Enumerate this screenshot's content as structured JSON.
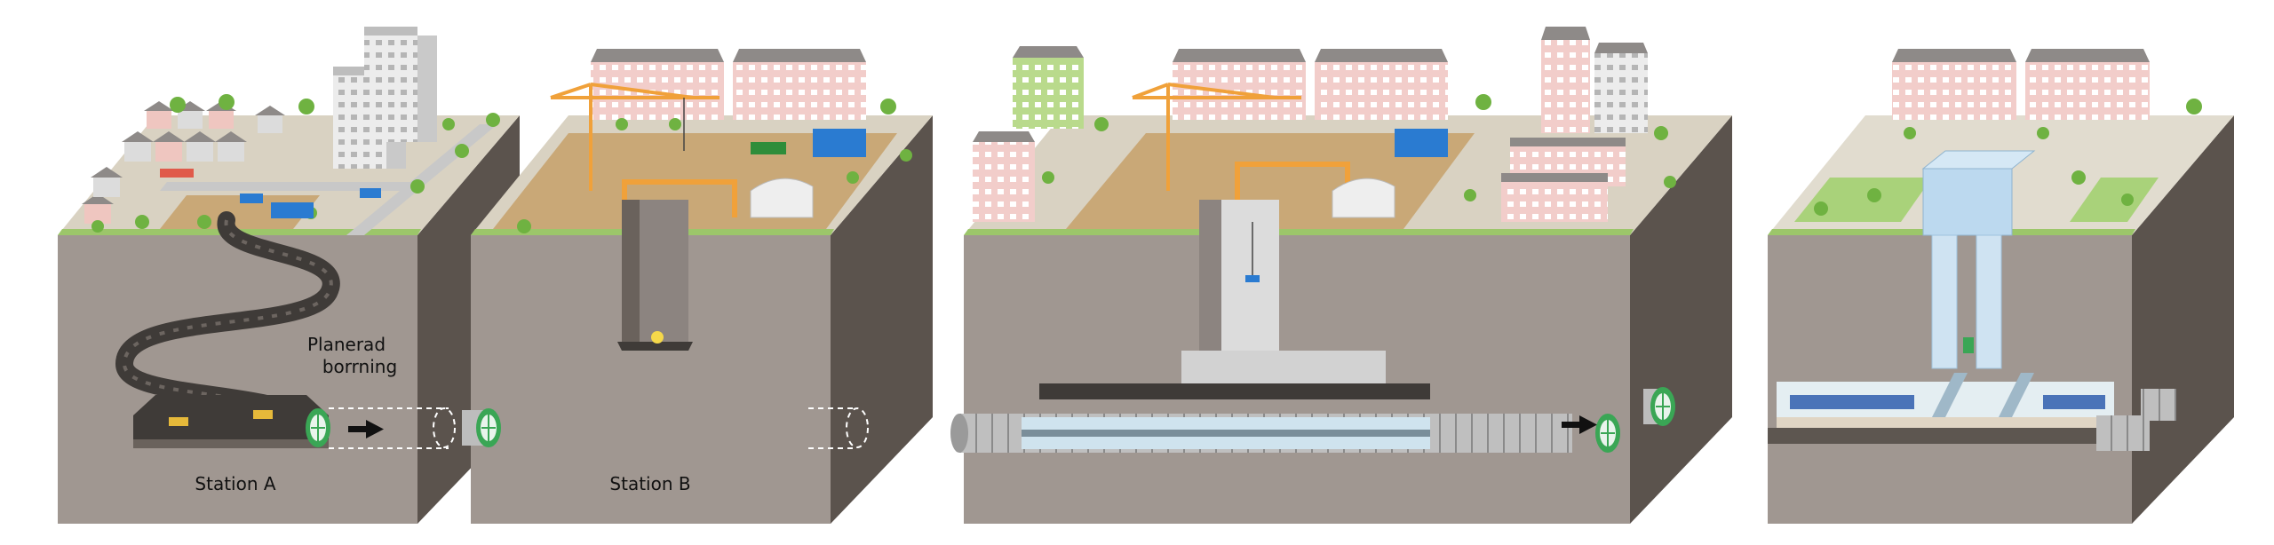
{
  "labels": {
    "planned_line1": "Planerad",
    "planned_line2": "borrning",
    "station_a": "Station A",
    "station_b": "Station B"
  },
  "colors": {
    "ground_front": "#a09791",
    "ground_side": "#5b534d",
    "ground_back": "#7d7570",
    "surface": "#d9d2c2",
    "grass": "#9cc66a",
    "road": "#c8c8c8",
    "site": "#c9a877",
    "crane": "#f0a13a",
    "tunnel": "#3f3b38",
    "tbm_green": "#3aa655",
    "tbm_ring": "#b9b9b9",
    "building_pink": "#f0c8c4",
    "building_roof": "#8e8a88",
    "building_green": "#b8d98a",
    "building_white": "#ececec",
    "concrete": "#dcdcdc",
    "glass": "#bcd9ef",
    "label_text": "#111111"
  },
  "icons": {
    "arrow": "right-arrow-icon",
    "tbm": "tunnel-boring-machine-icon",
    "crane": "tower-crane-icon"
  }
}
